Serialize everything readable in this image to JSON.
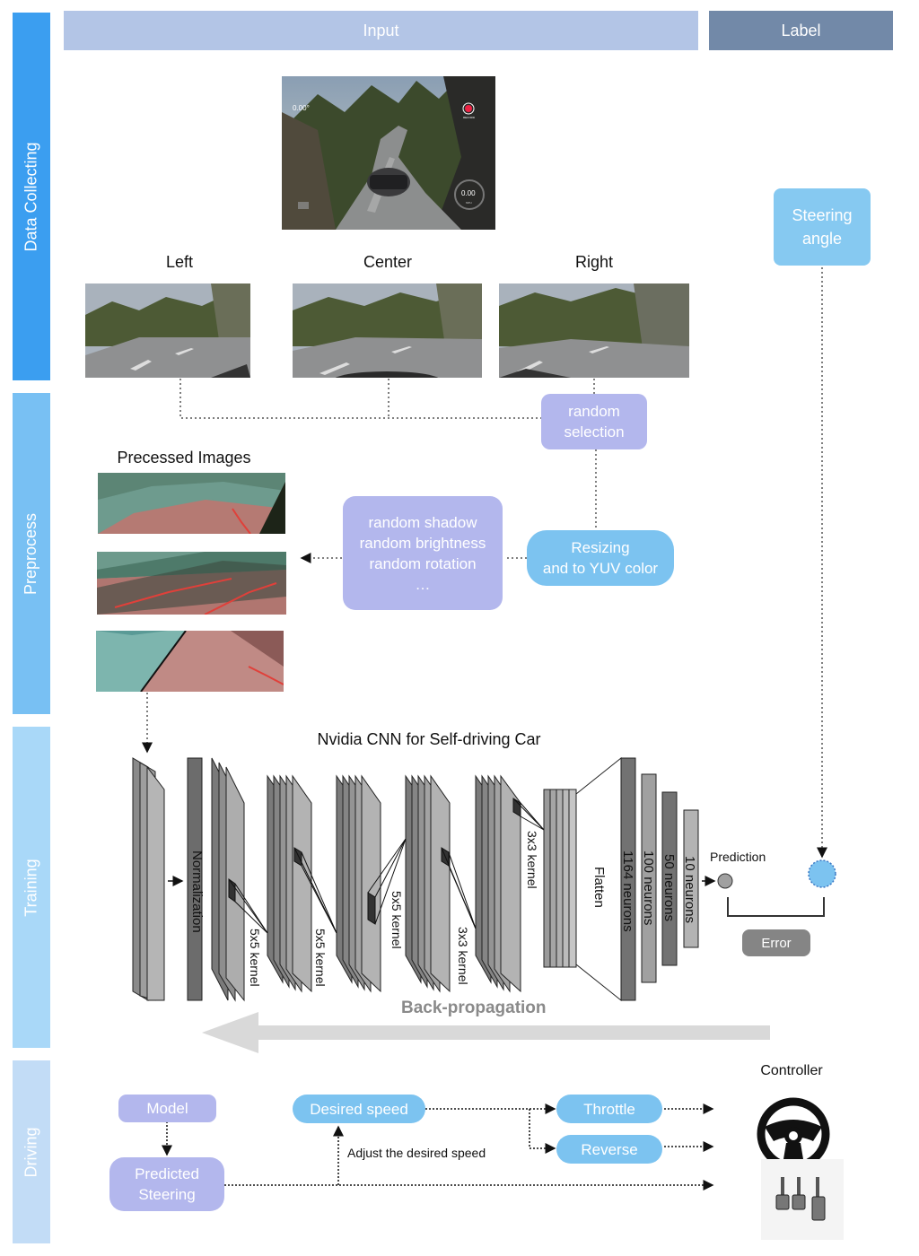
{
  "stages": {
    "data_collecting": "Data Collecting",
    "preprocess": "Preprocess",
    "training": "Training",
    "driving": "Driving"
  },
  "header": {
    "input": "Input",
    "label": "Label"
  },
  "simulator": {
    "angle": "0.00°",
    "speed": "0.00",
    "record": "RECORD",
    "mph": "MPH"
  },
  "cameras": {
    "left": "Left",
    "center": "Center",
    "right": "Right"
  },
  "steering_angle": "Steering\nangle",
  "random_selection": "random\nselection",
  "processed_images_title": "Precessed Images",
  "augment": "random shadow\nrandom brightness\nrandom rotation\n…",
  "resizing": "Resizing\nand to YUV color",
  "cnn": {
    "title": "Nvidia CNN for Self-driving Car",
    "normalization": "Normalization",
    "kernels": [
      "5x5 kernel",
      "5x5 kernel",
      "5x5 kernel",
      "3x3 kernel",
      "3x3 kernel"
    ],
    "flatten": "Flatten",
    "dense": [
      "1164 neurons",
      "100 neurons",
      "50 neurons",
      "10 neurons"
    ],
    "prediction": "Prediction",
    "error": "Error",
    "backprop": "Back-propagation"
  },
  "driving": {
    "model": "Model",
    "predicted_steering": "Predicted\nSteering",
    "desired_speed": "Desired speed",
    "adjust": "Adjust the desired speed",
    "throttle": "Throttle",
    "reverse": "Reverse",
    "controller": "Controller"
  },
  "colors": {
    "stage_dark": "#3b9ef0",
    "stage_mid": "#78c0f3",
    "stage_light": "#a9d8f8",
    "stage_pale": "#c2dcf6",
    "header_input": "#b3c5e6",
    "header_label": "#7289a8",
    "purple": "#b3b7ed",
    "blue": "#7cc3f0"
  }
}
